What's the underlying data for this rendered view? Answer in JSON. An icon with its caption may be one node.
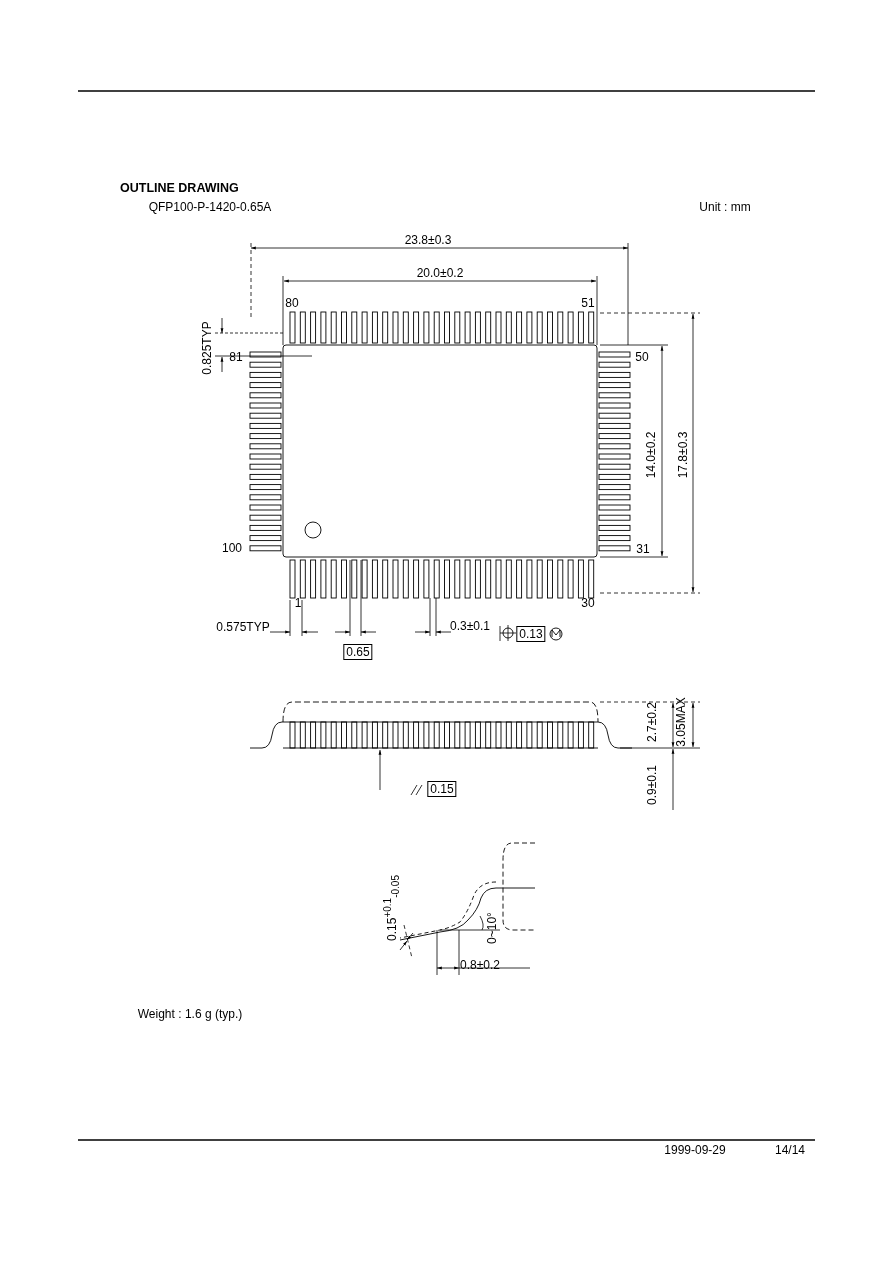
{
  "diagram": {
    "title": "OUTLINE DRAWING",
    "labels": [
      "QFP100-P-1420-0.65A",
      "Unit : mm",
      "23.8±0.3",
      "20.0±0.2",
      "80",
      "51",
      "0.825TYP",
      "81",
      "50",
      "14.0±0.2",
      "17.8±0.3",
      "100",
      "31",
      "1",
      "30",
      "0.575TYP",
      "0.3±0.1",
      "0.13",
      "0.65",
      "2.7±0.2",
      "3.05MAX",
      "0.9±0.1",
      "0.15",
      "0.15$^{+0.1}$$_{-0.05}$",
      "0~10°",
      "0.8±0.2",
      "Weight : 1.6 g (typ.)",
      "1999-09-29",
      "14/14"
    ]
  }
}
